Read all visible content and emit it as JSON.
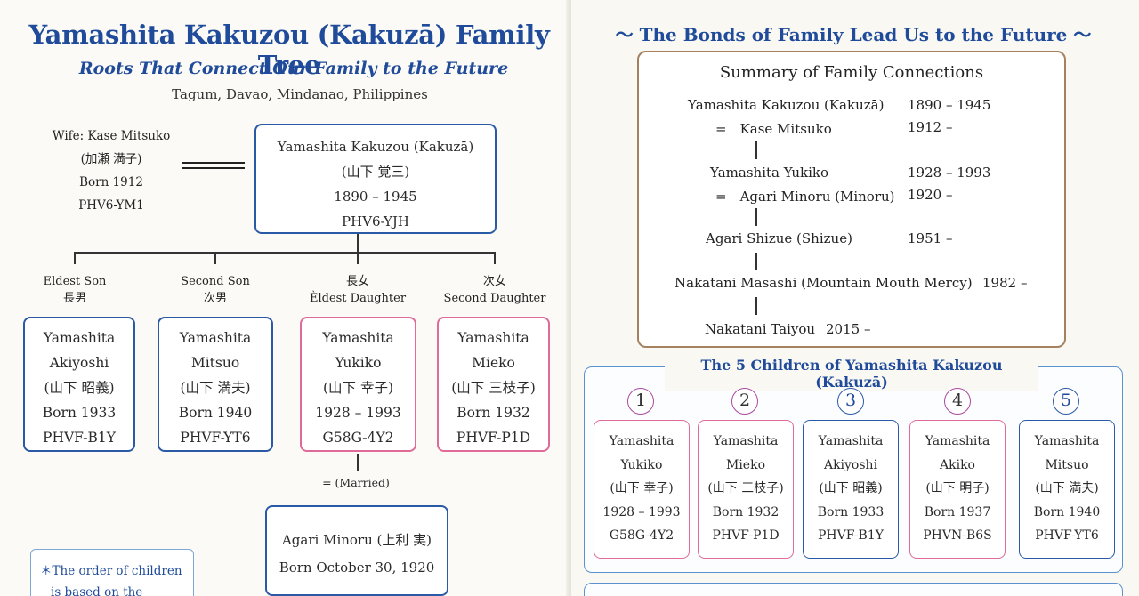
{
  "left": {
    "title": "Yamashita Kakuzou (Kakuzā) Family Tree",
    "subtitle": "Roots That Connect Our Family to the Future",
    "location": "Tagum, Davao, Mindanao, Philippines",
    "wife": {
      "label": "Wife: Kase Mitsuko",
      "kanji": "(加瀬 満子)",
      "born": "Born 1912",
      "id": "PHV6-YM1"
    },
    "father": {
      "name": "Yamashita Kakuzou (Kakuzā)",
      "kanji": "(山下 覚三)",
      "years": "1890 – 1945",
      "id": "PHV6-YJH"
    },
    "children": [
      {
        "rel1": "Eldest Son",
        "rel2": "長男",
        "first": "Yamashita",
        "second": "Akiyoshi",
        "kanji": "(山下 昭義)",
        "born": "Born 1933",
        "id": "PHVF-B1Y",
        "color": "#2a5aa6"
      },
      {
        "rel1": "Second Son",
        "rel2": "次男",
        "first": "Yamashita",
        "second": "Mitsuo",
        "kanji": "(山下 満夫)",
        "born": "Born 1940",
        "id": "PHVF-YT6",
        "color": "#2a5aa6"
      },
      {
        "rel1": "長女",
        "rel2": "Èldest Daughter",
        "first": "Yamashita",
        "second": "Yukiko",
        "kanji": "(山下 幸子)",
        "born": "1928 – 1993",
        "id": "G58G-4Y2",
        "color": "#e06a98"
      },
      {
        "rel1": "次女",
        "rel2": "Second Daughter",
        "first": "Yamashita",
        "second": "Mieko",
        "kanji": "(山下 三枝子)",
        "born": "Born 1932",
        "id": "PHVF-P1D",
        "color": "#e06a98"
      }
    ],
    "married": "= (Married)",
    "spouse": {
      "name": "Agari Minoru (上利 実)",
      "born": "Born October 30, 1920"
    },
    "note": {
      "line1": "＊The order of children",
      "line2": "is based on the records"
    }
  },
  "right": {
    "title": "～ The Bonds of Family Lead Us to the Future ～",
    "summary": {
      "title": "Summary of Family Connections",
      "rows": [
        {
          "name": "Yamashita Kakuzou (Kakuzā)",
          "years": "1890 – 1945"
        },
        {
          "name": "=　Kase Mitsuko",
          "years": "1912 –"
        },
        {
          "name": "Yamashita Yukiko",
          "years": "1928 – 1993"
        },
        {
          "name": "=　Agari Minoru (Minoru)",
          "years": "1920 –"
        },
        {
          "name": "Agari Shizue (Shizue)",
          "years": "1951 –"
        },
        {
          "name": "Nakatani Masashi (Mountain Mouth Mercy)",
          "years": "1982 –"
        },
        {
          "name": "Nakatani Taiyou",
          "years": "2015 –"
        }
      ]
    },
    "kids_title": "The 5 Children of Yamashita Kakuzou (Kakuzā)",
    "kids": [
      {
        "num": "1",
        "first": "Yamashita",
        "second": "Yukiko",
        "kanji": "(山下 幸子)",
        "born": "1928 – 1993",
        "id": "G58G-4Y2"
      },
      {
        "num": "2",
        "first": "Yamashita",
        "second": "Mieko",
        "kanji": "(山下 三枝子)",
        "born": "Born 1932",
        "id": "PHVF-P1D"
      },
      {
        "num": "3",
        "first": "Yamashita",
        "second": "Akiyoshi",
        "kanji": "(山下 昭義)",
        "born": "Born 1933",
        "id": "PHVF-B1Y"
      },
      {
        "num": "4",
        "first": "Yamashita",
        "second": "Akiko",
        "kanji": "(山下 明子)",
        "born": "Born 1937",
        "id": "PHVN-B6S"
      },
      {
        "num": "5",
        "first": "Yamashita",
        "second": "Mitsuo",
        "kanji": "(山下 満夫)",
        "born": "Born 1940",
        "id": "PHVF-YT6"
      }
    ]
  },
  "colors": {
    "navy": "#1f4b9a",
    "blue_border": "#2a5aa6",
    "pink_border": "#e06a98",
    "tan_border": "#a5825f"
  }
}
